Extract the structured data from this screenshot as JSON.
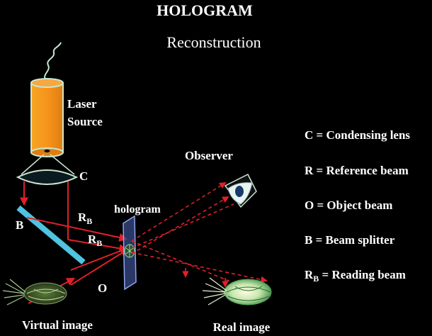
{
  "title": "HOLOGRAM",
  "subtitle": "Reconstruction",
  "labels": {
    "laser_line1": "Laser",
    "laser_line2": "Source",
    "condenser": "C",
    "splitter": "B",
    "rb_top": "R",
    "rb_top_sub": "B",
    "rb_mid": "R",
    "rb_mid_sub": "B",
    "hologram": "hologram",
    "object_beam": "O",
    "observer": "Observer",
    "virtual_image": "Virtual image",
    "real_image": "Real image"
  },
  "legend": [
    {
      "text": "C = Condensing lens"
    },
    {
      "text": "R = Reference beam"
    },
    {
      "text": "O = Object beam"
    },
    {
      "text": "B = Beam splitter"
    },
    {
      "text": "R",
      "sub": "B",
      "rest": " = Reading beam"
    }
  ],
  "colors": {
    "background": "#000000",
    "laser_body": "#f7941d",
    "laser_outline": "#c8e6d0",
    "beam": "#e0202a",
    "splitter": "#4fc3e0",
    "hologram_plate": "#8fa8e8",
    "text": "#ffffff"
  }
}
